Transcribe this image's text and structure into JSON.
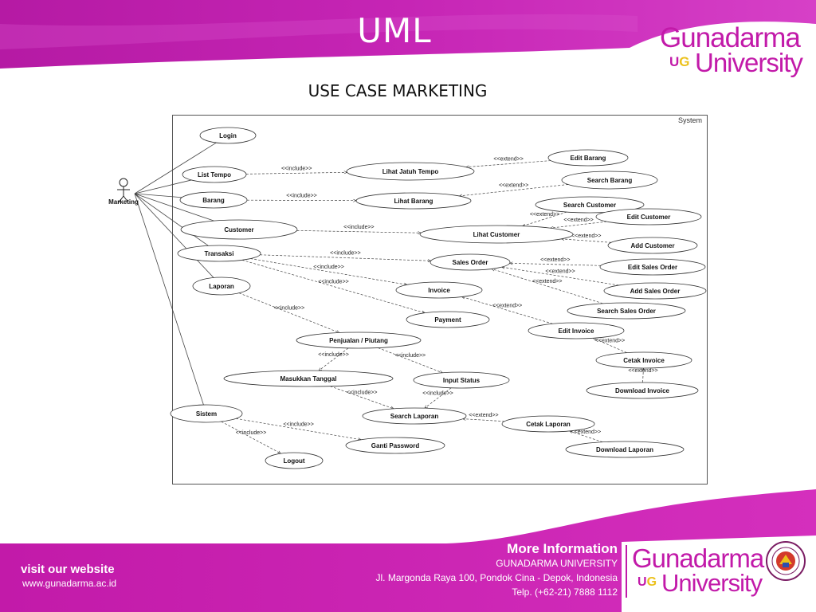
{
  "slide": {
    "title": "UML",
    "subtitle": "USE CASE MARKETING"
  },
  "logo": {
    "top": "Gunadarma",
    "ug_u": "U",
    "ug_g": "G",
    "bottom": "University"
  },
  "diagram": {
    "boundary_label": "System",
    "actor": {
      "name": "Marketing"
    },
    "use_cases": [
      {
        "id": "login",
        "label": "Login"
      },
      {
        "id": "list-tempo",
        "label": "List Tempo"
      },
      {
        "id": "barang",
        "label": "Barang"
      },
      {
        "id": "customer",
        "label": "Customer"
      },
      {
        "id": "transaksi",
        "label": "Transaksi"
      },
      {
        "id": "laporan",
        "label": "Laporan"
      },
      {
        "id": "sistem",
        "label": "Sistem"
      },
      {
        "id": "lihat-jatuh-tempo",
        "label": "Lihat Jatuh Tempo"
      },
      {
        "id": "lihat-barang",
        "label": "Lihat Barang"
      },
      {
        "id": "edit-barang",
        "label": "Edit Barang"
      },
      {
        "id": "search-barang",
        "label": "Search Barang"
      },
      {
        "id": "search-customer",
        "label": "Search Customer"
      },
      {
        "id": "edit-customer",
        "label": "Edit Customer"
      },
      {
        "id": "lihat-customer",
        "label": "Lihat Customer"
      },
      {
        "id": "add-customer",
        "label": "Add Customer"
      },
      {
        "id": "sales-order",
        "label": "Sales Order"
      },
      {
        "id": "edit-sales-order",
        "label": "Edit Sales Order"
      },
      {
        "id": "add-sales-order",
        "label": "Add Sales Order"
      },
      {
        "id": "invoice",
        "label": "Invoice"
      },
      {
        "id": "search-sales-order",
        "label": "Search Sales Order"
      },
      {
        "id": "payment",
        "label": "Payment"
      },
      {
        "id": "edit-invoice",
        "label": "Edit Invoice"
      },
      {
        "id": "penjualan-piutang",
        "label": "Penjualan / Piutang"
      },
      {
        "id": "cetak-invoice",
        "label": "Cetak Invoice"
      },
      {
        "id": "masukkan-tanggal",
        "label": "Masukkan Tanggal"
      },
      {
        "id": "input-status",
        "label": "Input Status"
      },
      {
        "id": "download-invoice",
        "label": "Download Invoice"
      },
      {
        "id": "search-laporan",
        "label": "Search Laporan"
      },
      {
        "id": "cetak-laporan",
        "label": "Cetak Laporan"
      },
      {
        "id": "ganti-password",
        "label": "Ganti Password"
      },
      {
        "id": "download-laporan",
        "label": "Download Laporan"
      },
      {
        "id": "logout",
        "label": "Logout"
      }
    ],
    "associations": [
      "login",
      "list-tempo",
      "barang",
      "customer",
      "transaksi",
      "laporan",
      "sistem"
    ],
    "relations": [
      {
        "from": "list-tempo",
        "to": "lihat-jatuh-tempo",
        "type": "include",
        "label": "<<include>>"
      },
      {
        "from": "barang",
        "to": "lihat-barang",
        "type": "include",
        "label": "<<include>>"
      },
      {
        "from": "edit-barang",
        "to": "lihat-jatuh-tempo",
        "type": "extend",
        "label": "<<extend>>"
      },
      {
        "from": "search-barang",
        "to": "lihat-barang",
        "type": "extend",
        "label": "<<extend>>"
      },
      {
        "from": "customer",
        "to": "lihat-customer",
        "type": "include",
        "label": "<<include>>"
      },
      {
        "from": "search-customer",
        "to": "lihat-customer",
        "type": "extend",
        "label": "<<extend>>"
      },
      {
        "from": "edit-customer",
        "to": "lihat-customer",
        "type": "extend",
        "label": "<<extend>>"
      },
      {
        "from": "add-customer",
        "to": "lihat-customer",
        "type": "extend",
        "label": "<<extend>>"
      },
      {
        "from": "transaksi",
        "to": "sales-order",
        "type": "include",
        "label": "<<include>>"
      },
      {
        "from": "transaksi",
        "to": "invoice",
        "type": "include",
        "label": "<<include>>"
      },
      {
        "from": "transaksi",
        "to": "payment",
        "type": "include",
        "label": "<<include>>"
      },
      {
        "from": "edit-sales-order",
        "to": "sales-order",
        "type": "extend",
        "label": "<<extend>>"
      },
      {
        "from": "add-sales-order",
        "to": "sales-order",
        "type": "extend",
        "label": "<<extend>>"
      },
      {
        "from": "search-sales-order",
        "to": "sales-order",
        "type": "extend",
        "label": "<<extend>>"
      },
      {
        "from": "edit-invoice",
        "to": "invoice",
        "type": "extend",
        "label": "<<extend>>"
      },
      {
        "from": "cetak-invoice",
        "to": "edit-invoice",
        "type": "extend",
        "label": "<<extend>>"
      },
      {
        "from": "download-invoice",
        "to": "cetak-invoice",
        "type": "extend",
        "label": "<<extend>>"
      },
      {
        "from": "laporan",
        "to": "penjualan-piutang",
        "type": "include",
        "label": "<<include>>"
      },
      {
        "from": "penjualan-piutang",
        "to": "input-status",
        "type": "include",
        "label": "<<include>>"
      },
      {
        "from": "penjualan-piutang",
        "to": "masukkan-tanggal",
        "type": "include",
        "label": "<<include>>"
      },
      {
        "from": "masukkan-tanggal",
        "to": "search-laporan",
        "type": "include",
        "label": "<<include>>"
      },
      {
        "from": "input-status",
        "to": "search-laporan",
        "type": "include",
        "label": "<<include>>"
      },
      {
        "from": "cetak-laporan",
        "to": "search-laporan",
        "type": "extend",
        "label": "<<extend>>"
      },
      {
        "from": "download-laporan",
        "to": "cetak-laporan",
        "type": "extend",
        "label": "<<extend>>"
      },
      {
        "from": "sistem",
        "to": "ganti-password",
        "type": "include",
        "label": "<<include>>"
      },
      {
        "from": "sistem",
        "to": "logout",
        "type": "include",
        "label": "<<include>>"
      }
    ]
  },
  "footer": {
    "visit_label": "visit our website",
    "visit_url": "www.gunadarma.ac.id",
    "info_title": "More Information",
    "info_university": "GUNADARMA UNIVERSITY",
    "info_address": "Jl. Margonda Raya 100, Pondok Cina - Depok, Indonesia",
    "info_phone": "Telp. (+62-21) 7888 1112"
  },
  "colors": {
    "magenta": "#c21aa9",
    "magenta_light": "#e14fd1",
    "ug_yellow": "#ecc11c"
  }
}
